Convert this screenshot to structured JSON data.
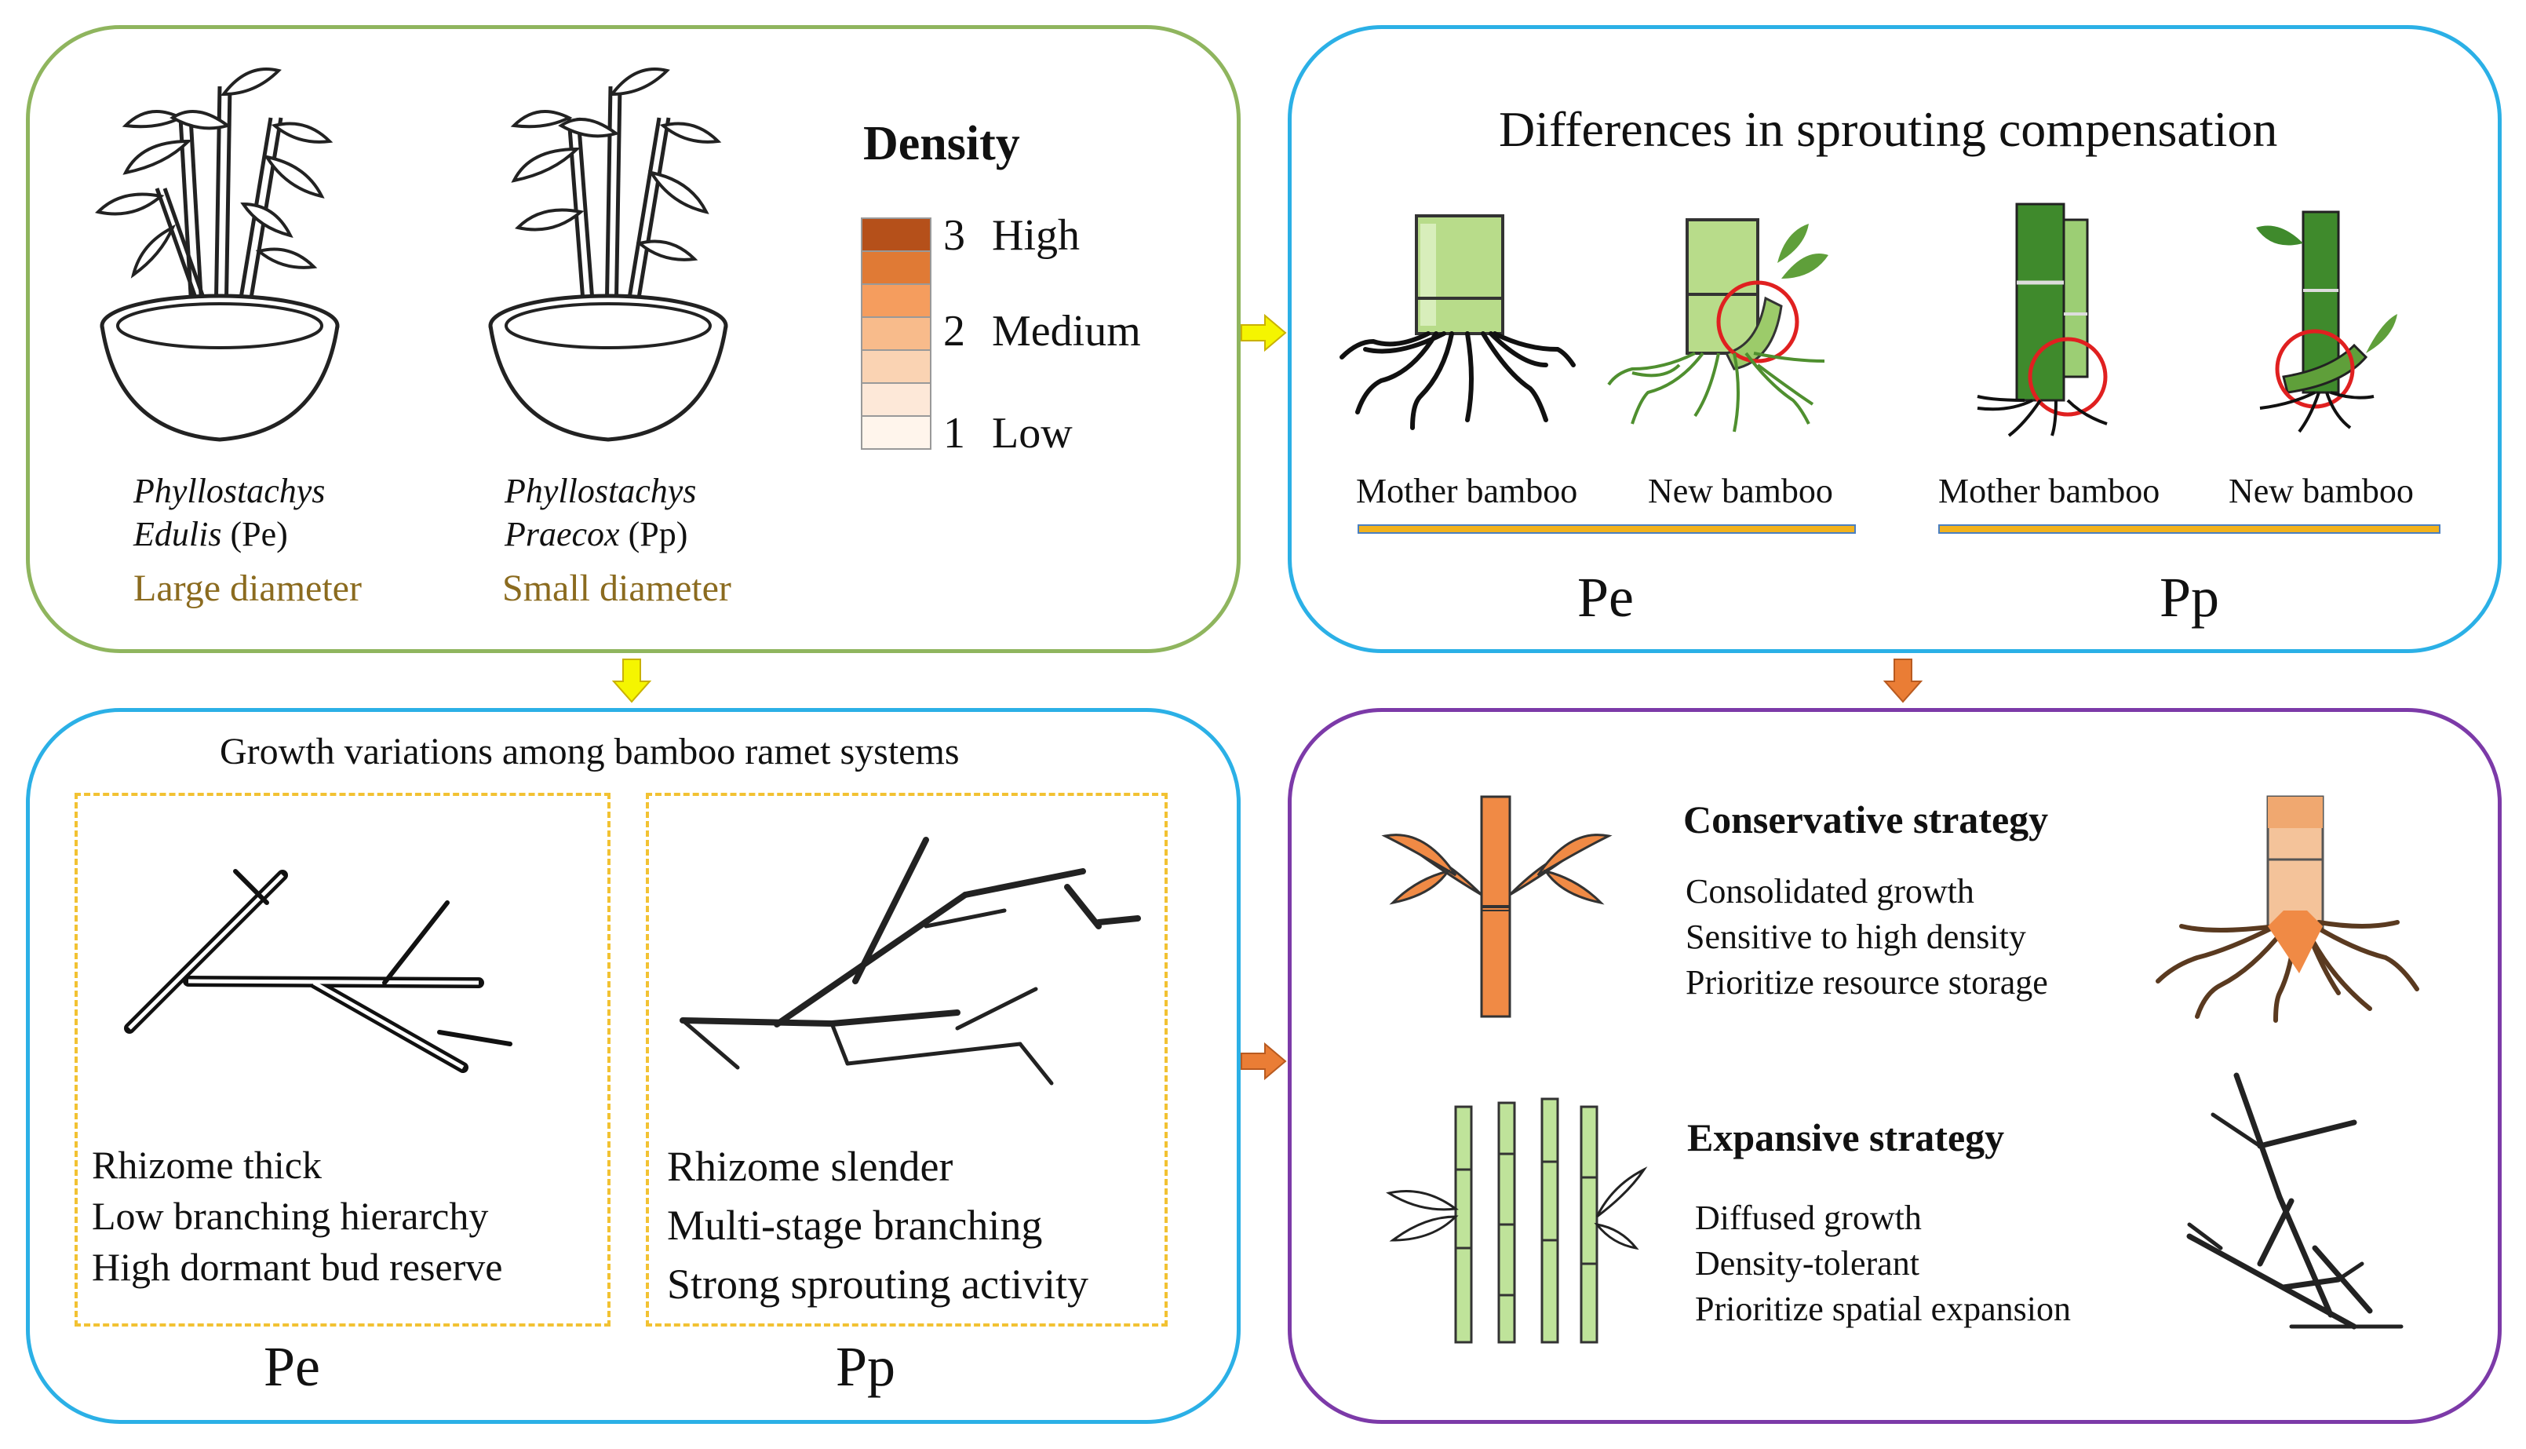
{
  "colors": {
    "panel_green": "#8fb55e",
    "panel_blue": "#2bb0e6",
    "panel_purple": "#7c3aa8",
    "arrow_yellow": "#f5f500",
    "arrow_orange": "#ea7d35",
    "highlight_circle": "#e02020",
    "label_gold": "#8b6b1f",
    "underline_bar": "#f2b21c"
  },
  "panel_species": {
    "pe": {
      "genus": "Phyllostachys",
      "epithet": "Edulis",
      "abbr": "(Pe)",
      "trait": "Large diameter"
    },
    "pp": {
      "genus": "Phyllostachys",
      "epithet": "Praecox",
      "abbr": "(Pp)",
      "trait": "Small diameter"
    },
    "legend": {
      "title": "Density",
      "levels": [
        {
          "value": "3",
          "label": "High"
        },
        {
          "value": "2",
          "label": "Medium"
        },
        {
          "value": "1",
          "label": "Low"
        }
      ],
      "swatches": [
        "#b5501a",
        "#e07a35",
        "#f59d5e",
        "#f8bb8b",
        "#fad3b3",
        "#fde8d8",
        "#fff5ec"
      ]
    }
  },
  "panel_sprouting": {
    "title": "Differences in sprouting compensation",
    "pe": {
      "label": "Pe",
      "mother": "Mother bamboo",
      "new": "New bamboo"
    },
    "pp": {
      "label": "Pp",
      "mother": "Mother bamboo",
      "new": "New bamboo"
    }
  },
  "panel_growth": {
    "title": "Growth variations among bamboo ramet systems",
    "pe": {
      "label": "Pe",
      "lines": [
        "Rhizome thick",
        "Low branching hierarchy",
        "High dormant bud reserve"
      ]
    },
    "pp": {
      "label": "Pp",
      "lines": [
        "Rhizome slender",
        "Multi-stage branching",
        "Strong sprouting activity"
      ]
    }
  },
  "panel_strategy": {
    "conservative": {
      "title": "Conservative strategy",
      "lines": [
        "Consolidated growth",
        "Sensitive to high density",
        "Prioritize resource storage"
      ]
    },
    "expansive": {
      "title": "Expansive strategy",
      "lines": [
        "Diffused growth",
        "Density-tolerant",
        "Prioritize spatial expansion"
      ]
    }
  }
}
